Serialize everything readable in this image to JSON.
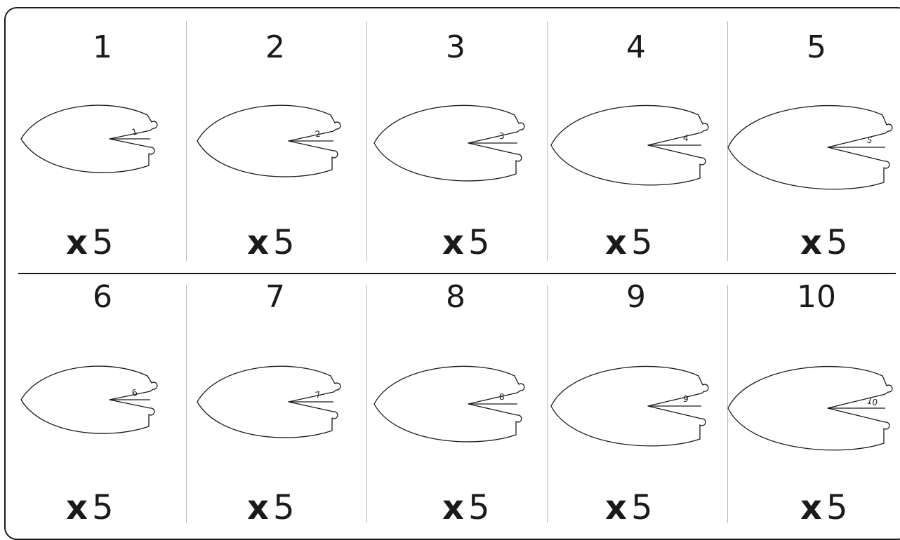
{
  "pieces": [
    {
      "number": "1",
      "label": "1",
      "quantity_x": "x",
      "quantity_n": "5"
    },
    {
      "number": "2",
      "label": "2",
      "quantity_x": "x",
      "quantity_n": "5"
    },
    {
      "number": "3",
      "label": "3",
      "quantity_x": "x",
      "quantity_n": "5"
    },
    {
      "number": "4",
      "label": "4",
      "quantity_x": "x",
      "quantity_n": "5"
    },
    {
      "number": "5",
      "label": "5",
      "quantity_x": "x",
      "quantity_n": "5"
    },
    {
      "number": "6",
      "label": "6",
      "quantity_x": "x",
      "quantity_n": "5"
    },
    {
      "number": "7",
      "label": "7",
      "quantity_x": "x",
      "quantity_n": "5"
    },
    {
      "number": "8",
      "label": "8",
      "quantity_x": "x",
      "quantity_n": "5"
    },
    {
      "number": "9",
      "label": "9",
      "quantity_x": "x",
      "quantity_n": "5"
    },
    {
      "number": "10",
      "label": "10",
      "quantity_x": "x",
      "quantity_n": "5"
    }
  ]
}
